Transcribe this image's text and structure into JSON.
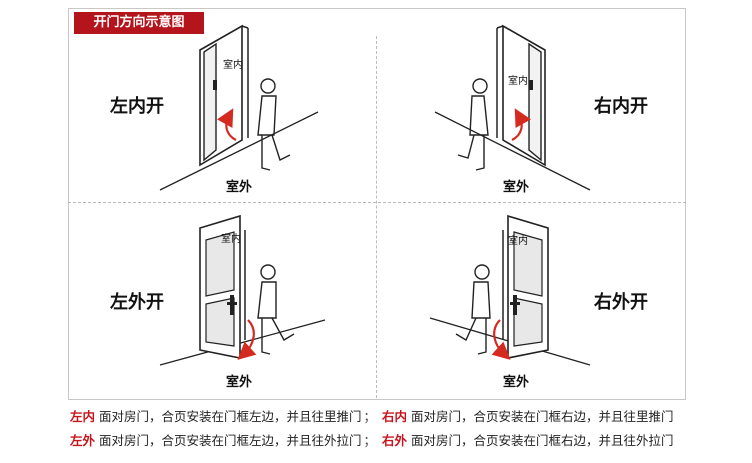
{
  "header": {
    "title": "开门方向示意图"
  },
  "quadrants": [
    {
      "label": "左内开",
      "outside": "室外",
      "inside": "室内"
    },
    {
      "label": "右内开",
      "outside": "室外",
      "inside": "室内"
    },
    {
      "label": "左外开",
      "outside": "室外",
      "inside": "室内"
    },
    {
      "label": "右外开",
      "outside": "室外",
      "inside": "室内"
    }
  ],
  "descriptions": [
    {
      "key1": "左内",
      "text1": "面对房门，合页安装在门框左边，并且往里推门",
      "sep": "；",
      "key2": "右内",
      "text2": "面对房门，合页安装在门框右边，并且往里推门"
    },
    {
      "key1": "左外",
      "text1": "面对房门，合页安装在门框左边，并且往外拉门",
      "sep": "；",
      "key2": "右外",
      "text2": "面对房门，合页安装在门框右边，并且往外拉门"
    }
  ],
  "colors": {
    "accent": "#b4141c",
    "arrow": "#d42a20",
    "line": "#222222"
  }
}
